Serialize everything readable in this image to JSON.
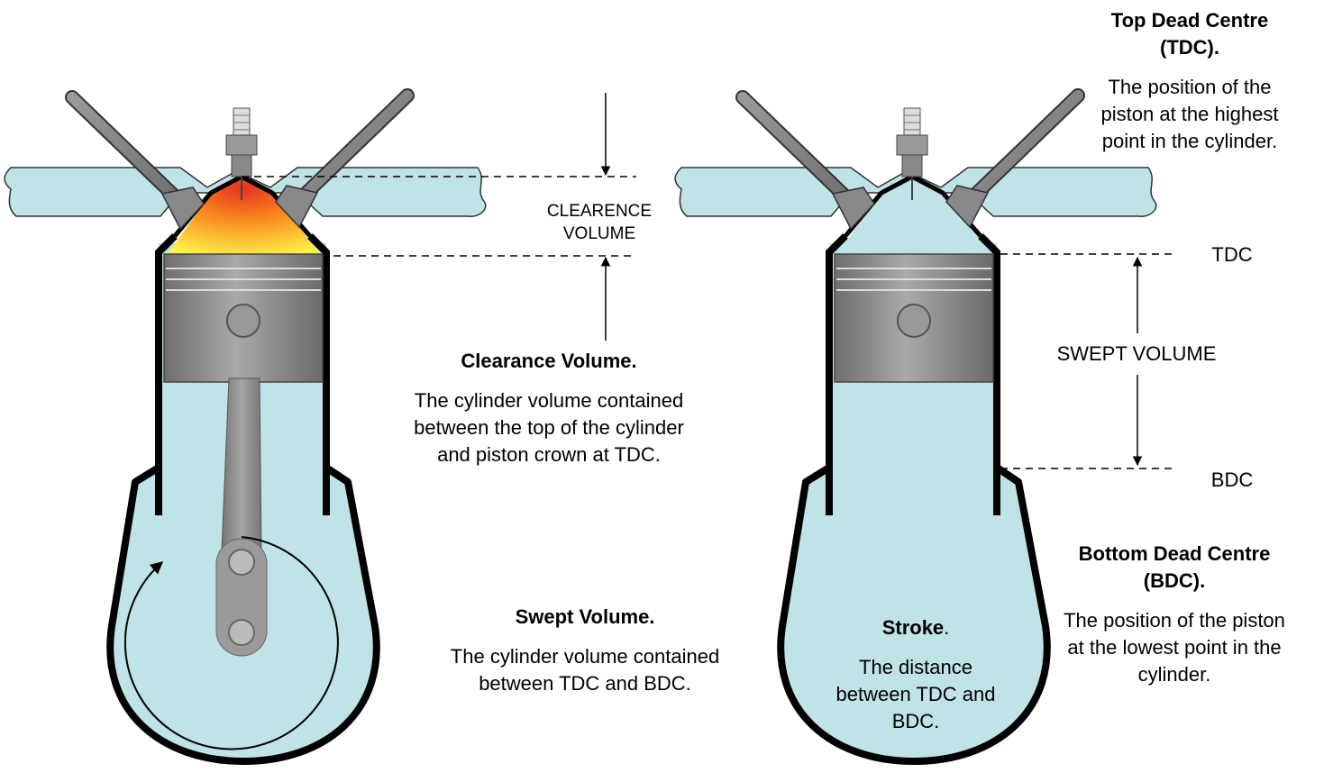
{
  "labels": {
    "clearence_line1": "CLEARENCE",
    "clearence_line2": "VOLUME",
    "tdc": "TDC",
    "bdc": "BDC",
    "swept": "SWEPT VOLUME"
  },
  "clearance": {
    "title": "Clearance Volume.",
    "line1": "The cylinder volume contained",
    "line2": "between the top of the cylinder",
    "line3": "and piston crown at TDC."
  },
  "swept": {
    "title": "Swept Volume.",
    "line1": "The cylinder volume contained",
    "line2": "between TDC and BDC."
  },
  "tdc_block": {
    "title1": "Top Dead Centre",
    "title2": "(TDC).",
    "line1": "The position of the",
    "line2": "piston at the highest",
    "line3": "point in the cylinder."
  },
  "bdc_block": {
    "title1": "Bottom Dead Centre",
    "title2": "(BDC).",
    "line1": "The position of the piston",
    "line2": "at the lowest point in the",
    "line3": "cylinder."
  },
  "stroke": {
    "title": "Stroke",
    "title_suffix": ".",
    "line1": "The distance",
    "line2": "between TDC and",
    "line3": "BDC."
  },
  "colors": {
    "coolant": "#bfe3e6",
    "piston": "#8c8c8c",
    "outline": "#000000",
    "flame_inner": "#ee3322",
    "flame_outer": "#ffee44"
  }
}
